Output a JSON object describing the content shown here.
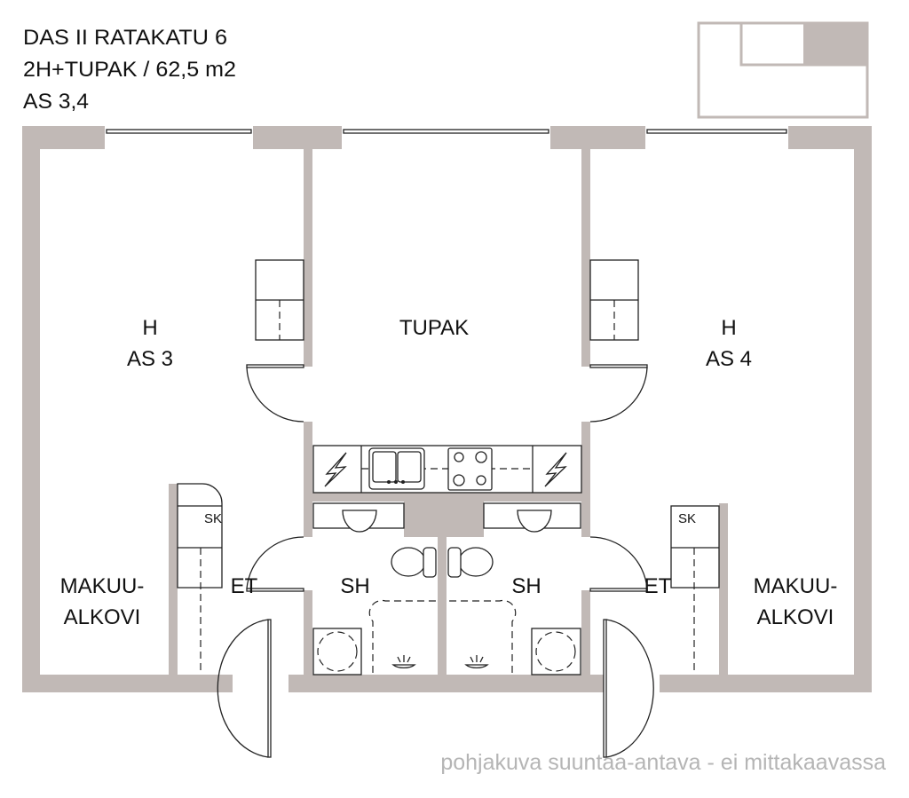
{
  "header": {
    "line1": "DAS II RATAKATU 6",
    "line2": "2H+TUPAK / 62,5 m2",
    "line3": "AS 3,4"
  },
  "rooms": {
    "left_bedroom": {
      "name": "H",
      "unit": "AS 3"
    },
    "living": {
      "name": "TUPAK"
    },
    "right_bedroom": {
      "name": "H",
      "unit": "AS 4"
    },
    "left_alcove": {
      "line1": "MAKUU-",
      "line2": "ALKOVI"
    },
    "right_alcove": {
      "line1": "MAKUU-",
      "line2": "ALKOVI"
    },
    "left_hall": "ET",
    "right_hall": "ET",
    "left_bath": "SH",
    "right_bath": "SH",
    "left_closet": "SK",
    "right_closet": "SK"
  },
  "footer_note": "pohjakuva suuntaa-antava - ei mittakaavassa",
  "colors": {
    "wall": "#c1b9b6",
    "note": "#b5b5b5"
  }
}
